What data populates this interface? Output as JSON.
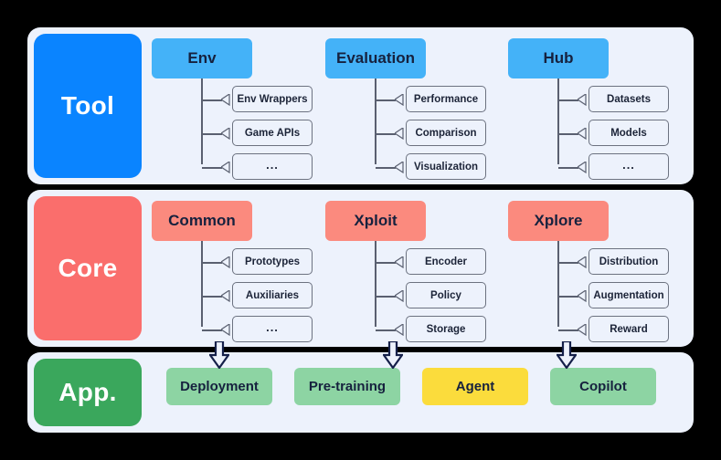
{
  "diagram": {
    "title": "Tool / Core / App layered architecture",
    "colors": {
      "panel_bg": "#EDF2FC",
      "tool_label": "#0A84FF",
      "core_label": "#FA6E6C",
      "app_label": "#3AA75C",
      "tool_header": "#44B2F8",
      "core_header": "#FB8A7E",
      "app_green": "#8DD4A3",
      "app_yellow": "#FBDC3C",
      "box_border": "#6C7280",
      "text_dark": "#16213E",
      "connector": "#5A6070",
      "arrow_outline": "#15204A",
      "canvas": "#000000"
    }
  },
  "rows": [
    {
      "label": "Tool",
      "groups": [
        {
          "header": "Env",
          "children": [
            "Env Wrappers",
            "Game APIs",
            "..."
          ]
        },
        {
          "header": "Evaluation",
          "children": [
            "Performance",
            "Comparison",
            "Visualization"
          ]
        },
        {
          "header": "Hub",
          "children": [
            "Datasets",
            "Models",
            "..."
          ]
        }
      ]
    },
    {
      "label": "Core",
      "groups": [
        {
          "header": "Common",
          "children": [
            "Prototypes",
            "Auxiliaries",
            "..."
          ]
        },
        {
          "header": "Xploit",
          "children": [
            "Encoder",
            "Policy",
            "Storage"
          ]
        },
        {
          "header": "Xplore",
          "children": [
            "Distribution",
            "Augmentation",
            "Reward"
          ]
        }
      ]
    }
  ],
  "app_row": {
    "label": "App.",
    "items": [
      {
        "name": "Deployment",
        "style": "green"
      },
      {
        "name": "Pre-training",
        "style": "green"
      },
      {
        "name": "Agent",
        "style": "yellow"
      },
      {
        "name": "Copilot",
        "style": "green"
      }
    ]
  },
  "connectors": {
    "child_arrow_icon": "triangle-left-icon",
    "layer_arrow_icon": "arrow-down-icon",
    "layer_arrow_count": 3
  }
}
